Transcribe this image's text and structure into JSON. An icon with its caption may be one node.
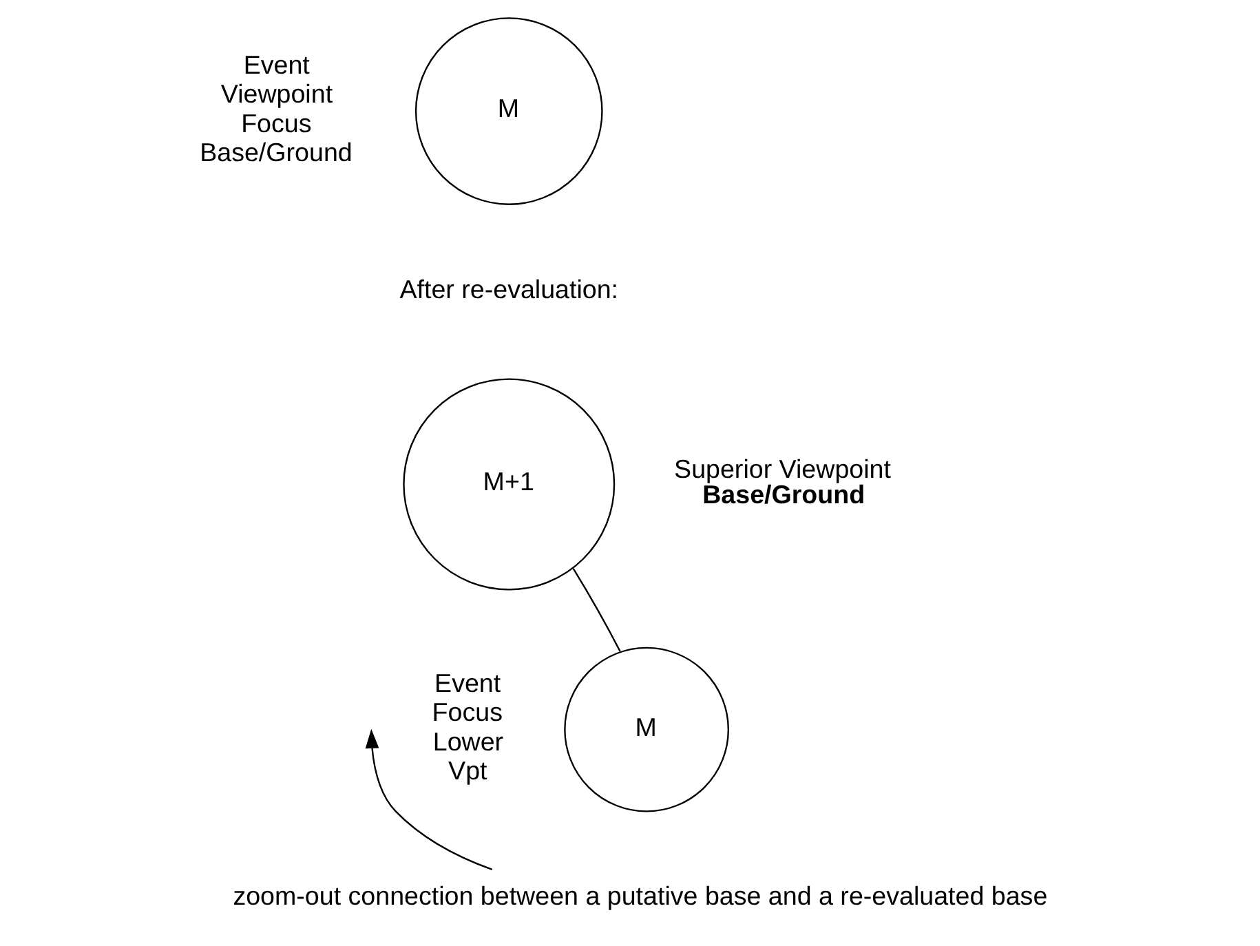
{
  "diagram": {
    "nodes": [
      {
        "text": [
          "M"
        ],
        "beside": [
          "Event Viewpoint Focus Base/Ground"
        ]
      },
      {
        "text": [
          "M+1"
        ],
        "beside": [
          "Superior Viewpoint",
          "Base/Ground"
        ]
      },
      {
        "text": [
          "M"
        ],
        "beside": [
          "Event Focus Lower Vpt"
        ]
      },
      {
        "text": [
          "zoom-out connection between a putative base and a re-evaluated base"
        ]
      }
    ],
    "edges": [
      {
        "from": 2,
        "to": 1,
        "arrow": "none"
      },
      {
        "from": 3,
        "to": null,
        "arrow": "to"
      }
    ],
    "labels": [
      "After re-evaluation:"
    ]
  }
}
